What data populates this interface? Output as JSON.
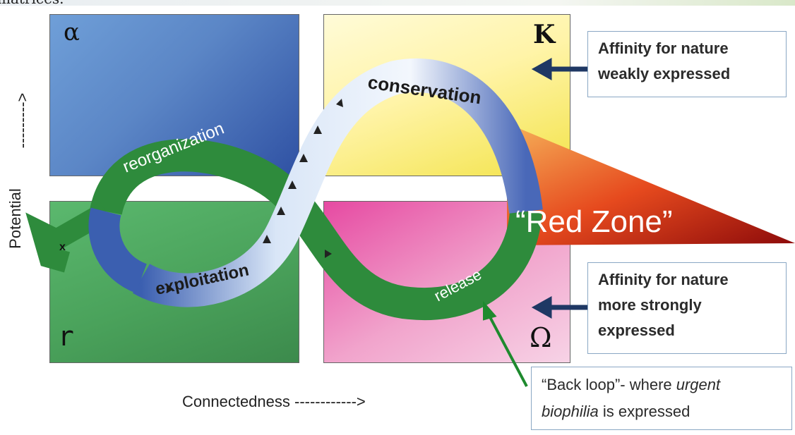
{
  "top_fragment": "matrices.",
  "quadrants": {
    "alpha": "α",
    "k": "K",
    "r": "r",
    "omega": "Ω"
  },
  "loop_labels": {
    "reorganization": "reorganization",
    "conservation": "conservation",
    "exploitation": "exploitation",
    "release": "release",
    "x_mark": "x"
  },
  "red_zone": "“Red Zone”",
  "notes": {
    "weak": [
      "Affinity for nature",
      "weakly expressed"
    ],
    "strong": [
      "Affinity for nature",
      "more strongly",
      "expressed"
    ],
    "back_loop": {
      "part1": "“Back loop”- where ",
      "urgent": "urgent",
      "biophilia": "biophilia",
      "part2": " is expressed"
    }
  },
  "axes": {
    "x": "Connectedness ------------>",
    "y": "Potential",
    "y_arrow": "--------->"
  },
  "colors": {
    "arrow_navy": "#1f3864",
    "arrow_green": "#1e8a2e",
    "loop_green": "#2e8b3c",
    "loop_white": "#e9f1fb",
    "loop_blue": "#3b5fb0"
  }
}
